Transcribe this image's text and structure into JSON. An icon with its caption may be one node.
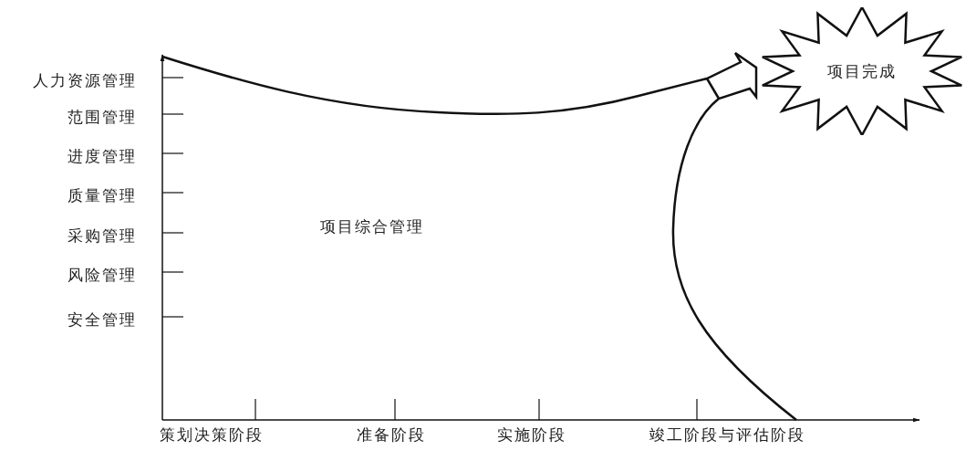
{
  "diagram": {
    "nodes": [
      {
        "text": [
          "项目完成"
        ]
      }
    ],
    "labels": [
      "人力资源管理",
      "范围管理",
      "进度管理",
      "质量管理",
      "采购管理",
      "风险管理",
      "安全管理",
      "项目综合管理",
      "策划决策阶段",
      "准备阶段",
      "实施阶段",
      "竣工阶段与评估阶段"
    ]
  }
}
